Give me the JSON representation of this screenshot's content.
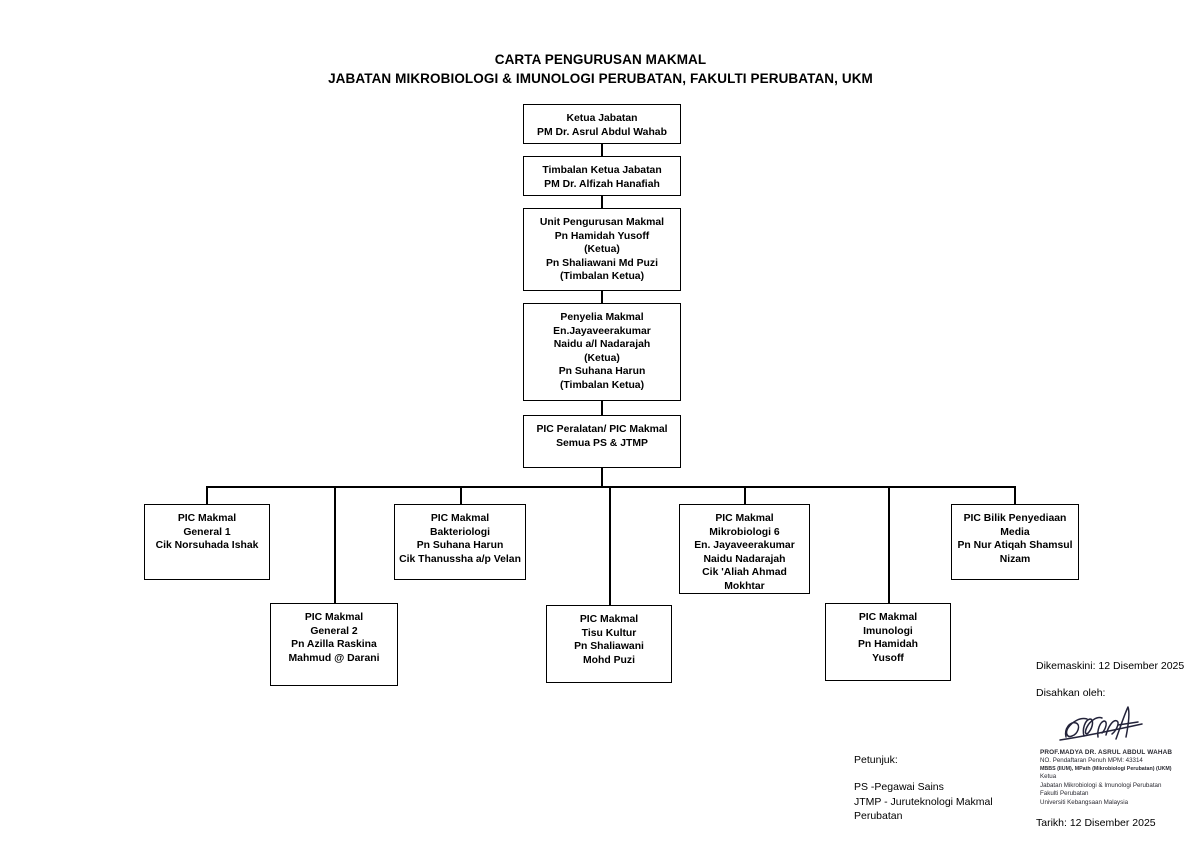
{
  "title": {
    "line1": "CARTA PENGURUSAN MAKMAL",
    "line2": "JABATAN MIKROBIOLOGI & IMUNOLOGI PERUBATAN, FAKULTI PERUBATAN, UKM"
  },
  "chart_data": {
    "type": "diagram",
    "orientation": "top-down organizational chart",
    "nodes": [
      {
        "id": "ketua-jabatan",
        "lines": [
          "Ketua Jabatan",
          "PM Dr. Asrul Abdul Wahab"
        ]
      },
      {
        "id": "timbalan-ketua-jabatan",
        "lines": [
          "Timbalan Ketua Jabatan",
          "PM Dr. Alfizah Hanafiah"
        ]
      },
      {
        "id": "unit-pengurusan-makmal",
        "lines": [
          "Unit Pengurusan Makmal",
          "Pn Hamidah Yusoff",
          "(Ketua)",
          "Pn Shaliawani Md Puzi",
          "(Timbalan Ketua)"
        ]
      },
      {
        "id": "penyelia-makmal",
        "lines": [
          "Penyelia Makmal",
          "En.Jayaveerakumar",
          "Naidu a/l Nadarajah",
          "(Ketua)",
          "Pn Suhana Harun",
          "(Timbalan Ketua)"
        ]
      },
      {
        "id": "pic-peralatan-makmal",
        "lines": [
          "PIC Peralatan/ PIC Makmal",
          "Semua PS & JTMP"
        ]
      },
      {
        "id": "pic-makmal-general-1",
        "lines": [
          "PIC Makmal",
          "General 1",
          "Cik Norsuhada Ishak"
        ]
      },
      {
        "id": "pic-makmal-general-2",
        "lines": [
          "PIC Makmal",
          "General 2",
          "Pn Azilla Raskina",
          "Mahmud @ Darani"
        ]
      },
      {
        "id": "pic-makmal-bakteriologi",
        "lines": [
          "PIC Makmal",
          "Bakteriologi",
          "Pn Suhana Harun",
          "Cik Thanussha a/p Velan"
        ]
      },
      {
        "id": "pic-makmal-tisu-kultur",
        "lines": [
          "PIC Makmal",
          "Tisu Kultur",
          "Pn Shaliawani",
          "Mohd Puzi"
        ]
      },
      {
        "id": "pic-makmal-mikrobiologi-6",
        "lines": [
          "PIC Makmal",
          "Mikrobiologi 6",
          "En. Jayaveerakumar",
          "Naidu Nadarajah",
          "Cik 'Aliah Ahmad",
          "Mokhtar"
        ]
      },
      {
        "id": "pic-makmal-imunologi",
        "lines": [
          "PIC Makmal",
          "Imunologi",
          "Pn Hamidah",
          "Yusoff"
        ]
      },
      {
        "id": "pic-bilik-penyediaan-media",
        "lines": [
          "PIC Bilik Penyediaan",
          "Media",
          "Pn Nur Atiqah Shamsul",
          "Nizam"
        ]
      }
    ]
  },
  "legend": {
    "heading": "Petunjuk:",
    "rows": [
      "PS  -Pegawai Sains",
      "JTMP - Juruteknologi Makmal",
      "Perubatan"
    ]
  },
  "signoff": {
    "updated": "Dikemaskini: 12 Disember 2025",
    "verified_by": "Disahkan oleh:",
    "date": "Tarikh: 12 Disember 2025",
    "stamp": {
      "name": "PROF.MADYA DR. ASRUL ABDUL WAHAB",
      "registration": "NO. Pendaftaran Penuh MPM: 43314",
      "qualifications": "MBBS (IIUM), MPath (Mikrobiologi Perubatan) (UKM)",
      "position": "Ketua",
      "department": "Jabatan Mikrobiologi & Imunologi Perubatan",
      "faculty": "Fakulti Perubatan",
      "university": "Universiti Kebangsaan Malaysia"
    }
  },
  "colors": {
    "border": "#000000",
    "text": "#000000",
    "stamp_ink": "#2b2b33"
  }
}
